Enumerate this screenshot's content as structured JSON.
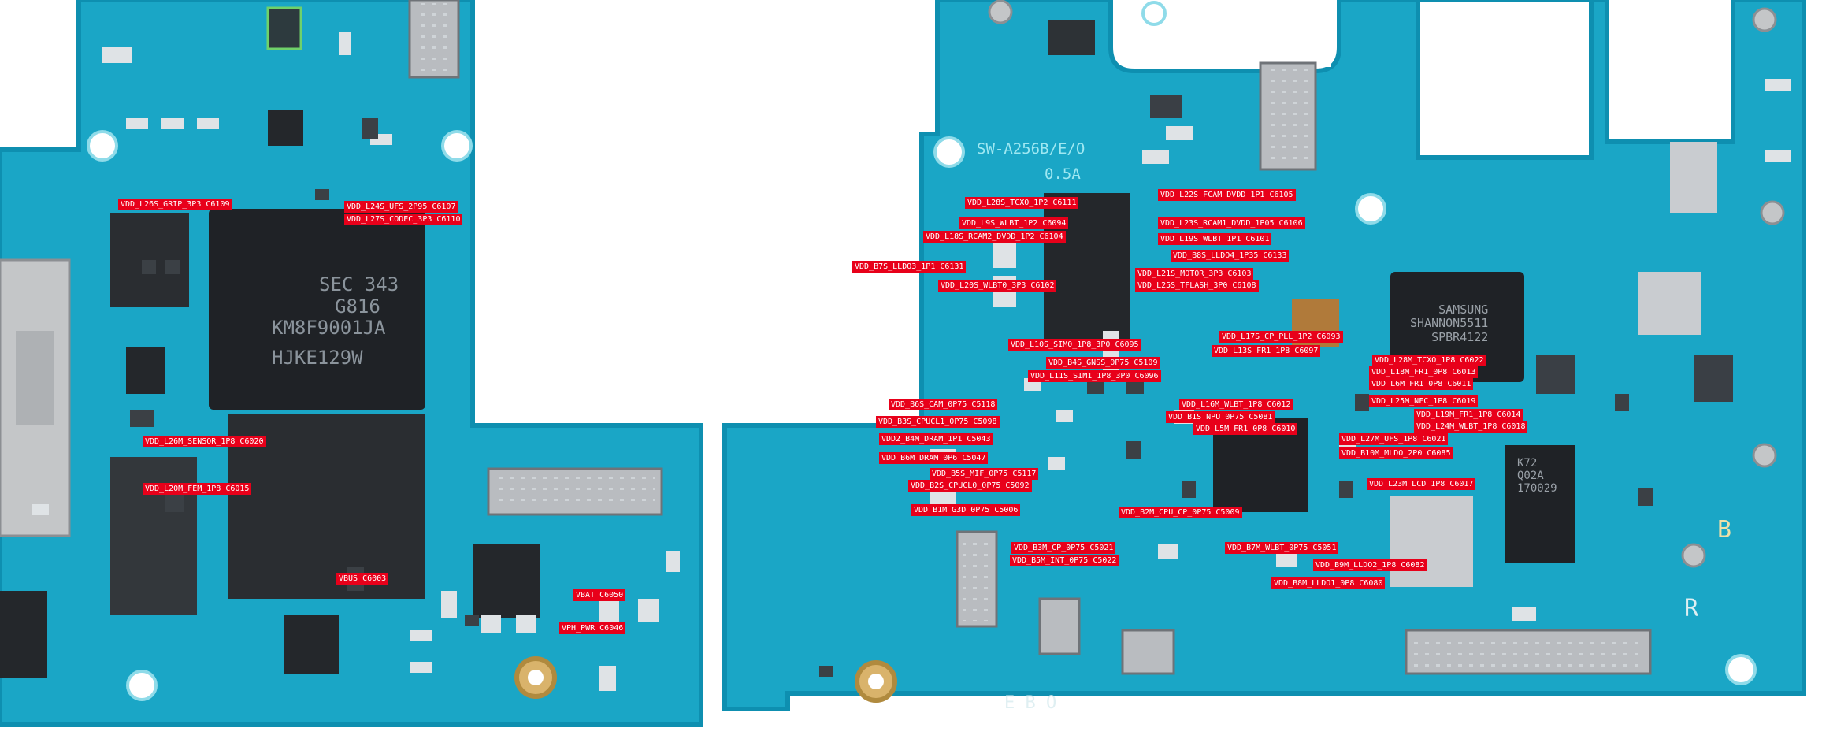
{
  "colors": {
    "board": "#1aa6c6",
    "board_edge": "#0e8fb0",
    "label": "#e8001a",
    "chip": "#1f2226",
    "shield": "#c9ccd0"
  },
  "silkscreen": {
    "model": "SW-A256B/E/O",
    "version": "0.5A",
    "mark_b": "B",
    "mark_r": "R",
    "bottom_text": "E B O"
  },
  "chip_markings": {
    "mem_left": [
      "SEC 343",
      "G816",
      "KM8F9001JA",
      "HJKE129W"
    ],
    "modem": [
      "SAMSUNG",
      "SHANNON5511",
      "SPBR4122"
    ],
    "ic_k72": [
      "K72",
      "Q02A",
      "170029"
    ]
  },
  "labels": [
    {
      "net": "VDD_L26S_GRIP_3P3",
      "ref": "C6109"
    },
    {
      "net": "VDD_L24S_UFS_2P95",
      "ref": "C6107"
    },
    {
      "net": "VDD_L27S_CODEC_3P3",
      "ref": "C6110"
    },
    {
      "net": "VDD_L26M_SENSOR_1P8",
      "ref": "C6020"
    },
    {
      "net": "VDD_L20M_FEM_1P8",
      "ref": "C6015"
    },
    {
      "net": "VBUS",
      "ref": "C6003"
    },
    {
      "net": "VBAT",
      "ref": "C6050"
    },
    {
      "net": "VPH_PWR",
      "ref": "C6046"
    },
    {
      "net": "VDD_L22S_FCAM_DVDD_1P1",
      "ref": "C6105"
    },
    {
      "net": "VDD_L28S_TCXO_1P2",
      "ref": "C6111"
    },
    {
      "net": "VDD_L9S_WLBT_1P2",
      "ref": "C6094"
    },
    {
      "net": "VDD_L23S_RCAM1_DVDD_1P05",
      "ref": "C6106"
    },
    {
      "net": "VDD_L18S_RCAM2_DVDD_1P2",
      "ref": "C6104"
    },
    {
      "net": "VDD_L19S_WLBT_1P1",
      "ref": "C6101"
    },
    {
      "net": "VDD_B8S_LLDO4_1P35",
      "ref": "C6133"
    },
    {
      "net": "VDD_B7S_LLDO3_1P1",
      "ref": "C6131"
    },
    {
      "net": "VDD_L21S_MOTOR_3P3",
      "ref": "C6103"
    },
    {
      "net": "VDD_L20S_WLBT0_3P3",
      "ref": "C6102"
    },
    {
      "net": "VDD_L25S_TFLASH_3P0",
      "ref": "C6108"
    },
    {
      "net": "VDD_L17S_CP_PLL_1P2",
      "ref": "C6093"
    },
    {
      "net": "VDD_L10S_SIM0_1P8_3P0",
      "ref": "C6095"
    },
    {
      "net": "VDD_L13S_FR1_1P8",
      "ref": "C6097"
    },
    {
      "net": "VDD_B4S_GNSS_0P75",
      "ref": "C5109"
    },
    {
      "net": "VDD_L28M_TCXO_1P8",
      "ref": "C6022"
    },
    {
      "net": "VDD_L11S_SIM1_1P8_3P0",
      "ref": "C6096"
    },
    {
      "net": "VDD_L18M_FR1_0P8",
      "ref": "C6013"
    },
    {
      "net": "VDD_L6M_FR1_0P8",
      "ref": "C6011"
    },
    {
      "net": "VDD_B6S_CAM_0P75",
      "ref": "C5118"
    },
    {
      "net": "VDD_L16M_WLBT_1P8",
      "ref": "C6012"
    },
    {
      "net": "VDD_L25M_NFC_1P8",
      "ref": "C6019"
    },
    {
      "net": "VDD_L19M_FR1_1P8",
      "ref": "C6014"
    },
    {
      "net": "VDD_B3S_CPUCL1_0P75",
      "ref": "C5098"
    },
    {
      "net": "VDD_B1S_NPU_0P75",
      "ref": "C5081"
    },
    {
      "net": "VDD_L24M_WLBT_1P8",
      "ref": "C6018"
    },
    {
      "net": "VDD_L5M_FR1_0P8",
      "ref": "C6010"
    },
    {
      "net": "VDD2_B4M_DRAM_1P1",
      "ref": "C5043"
    },
    {
      "net": "VDD_L27M_UFS_1P8",
      "ref": "C6021"
    },
    {
      "net": "VDD_B6M_DRAM_0P6",
      "ref": "C5047"
    },
    {
      "net": "VDD_B10M_MLDO_2P0",
      "ref": "C6085"
    },
    {
      "net": "VDD_B5S_MIF_0P75",
      "ref": "C5117"
    },
    {
      "net": "VDD_B2S_CPUCL0_0P75",
      "ref": "C5092"
    },
    {
      "net": "VDD_L23M_LCD_1P8",
      "ref": "C6017"
    },
    {
      "net": "VDD_B1M_G3D_0P75",
      "ref": "C5006"
    },
    {
      "net": "VDD_B2M_CPU_CP_0P75",
      "ref": "C5009"
    },
    {
      "net": "VDD_B3M_CP_0P75",
      "ref": "C5021"
    },
    {
      "net": "VDD_B7M_WLBT_0P75",
      "ref": "C5051"
    },
    {
      "net": "VDD_B5M_INT_0P75",
      "ref": "C5022"
    },
    {
      "net": "VDD_B9M_LLDO2_1P8",
      "ref": "C6082"
    },
    {
      "net": "VDD_B8M_LLDO1_0P8",
      "ref": "C6080"
    }
  ]
}
